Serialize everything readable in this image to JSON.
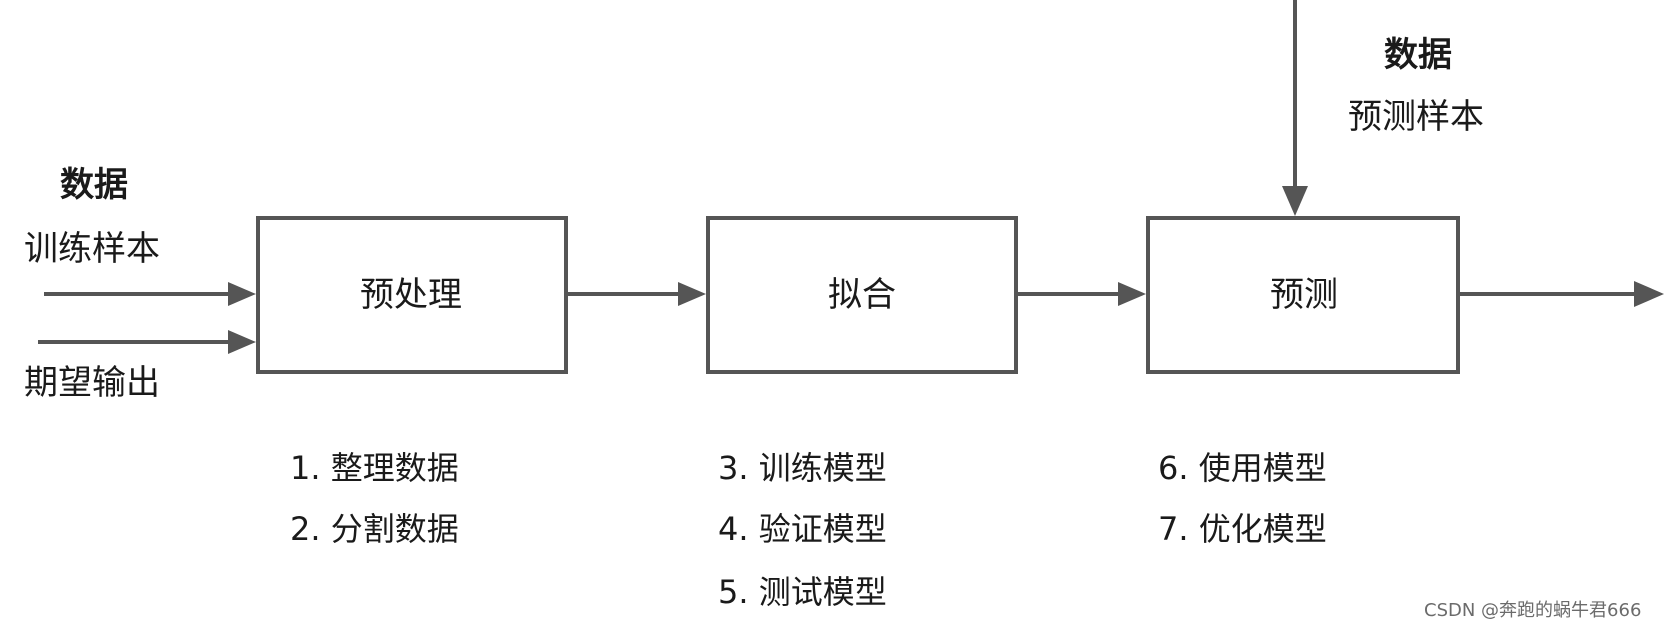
{
  "colors": {
    "stroke": "#555555",
    "text": "#1a1a1a",
    "watermark": "#6b6b6b",
    "background": "#ffffff"
  },
  "input": {
    "heading": "数据",
    "training_samples": "训练样本",
    "expected_output": "期望输出"
  },
  "predict_input": {
    "heading": "数据",
    "samples": "预测样本"
  },
  "boxes": {
    "preprocess": "预处理",
    "fit": "拟合",
    "predict": "预测"
  },
  "steps": {
    "preprocess": [
      "1. 整理数据",
      "2. 分割数据"
    ],
    "fit": [
      "3. 训练模型",
      "4. 验证模型",
      "5. 测试模型"
    ],
    "predict": [
      "6. 使用模型",
      "7. 优化模型"
    ]
  },
  "watermark": "CSDN @奔跑的蜗牛君666"
}
